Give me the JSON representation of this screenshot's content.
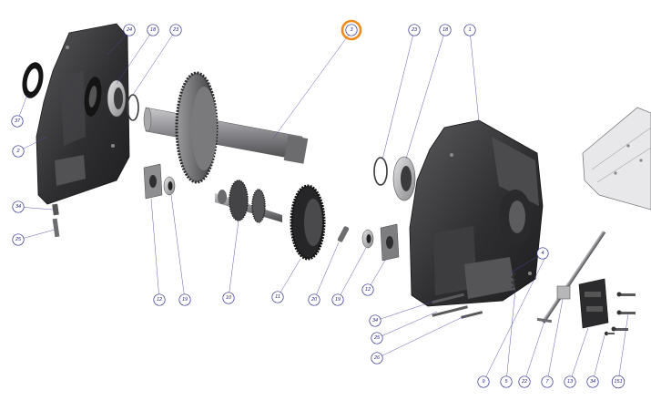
{
  "callouts": [
    {
      "id": "c37",
      "label": "37"
    },
    {
      "id": "c2",
      "label": "2"
    },
    {
      "id": "c24",
      "label": "24"
    },
    {
      "id": "c18a",
      "label": "18"
    },
    {
      "id": "c23a",
      "label": "23"
    },
    {
      "id": "c3",
      "label": "3",
      "highlight": true
    },
    {
      "id": "c23b",
      "label": "23"
    },
    {
      "id": "c18b",
      "label": "18"
    },
    {
      "id": "c1",
      "label": "1"
    },
    {
      "id": "c34a",
      "label": "34"
    },
    {
      "id": "c25a",
      "label": "25"
    },
    {
      "id": "c12a",
      "label": "12"
    },
    {
      "id": "c19a",
      "label": "19"
    },
    {
      "id": "c10",
      "label": "10"
    },
    {
      "id": "c11",
      "label": "11"
    },
    {
      "id": "c20",
      "label": "20"
    },
    {
      "id": "c19b",
      "label": "19"
    },
    {
      "id": "c12b",
      "label": "12"
    },
    {
      "id": "c34b",
      "label": "34"
    },
    {
      "id": "c25b",
      "label": "25"
    },
    {
      "id": "c26",
      "label": "26"
    },
    {
      "id": "c4",
      "label": "4"
    },
    {
      "id": "c9",
      "label": "9"
    },
    {
      "id": "c5",
      "label": "5"
    },
    {
      "id": "c22",
      "label": "22"
    },
    {
      "id": "c7",
      "label": "7"
    },
    {
      "id": "c13",
      "label": "13"
    },
    {
      "id": "c34c",
      "label": "34"
    },
    {
      "id": "c151",
      "label": "151"
    }
  ],
  "colors": {
    "callout_stroke": "#2c2a8a",
    "callout_text": "#1e1c7a",
    "highlight_ring": "#f08a1a",
    "part_dark": "#3a3a3c",
    "part_mid": "#6d6d70",
    "part_light": "#b9b9bc"
  }
}
